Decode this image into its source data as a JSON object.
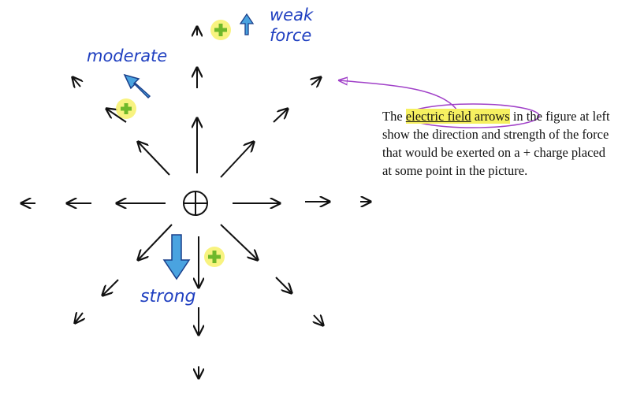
{
  "labels": {
    "moderate": "moderate",
    "weak_line1": "weak",
    "weak_line2": "force",
    "strong": "strong"
  },
  "caption": {
    "prefix": "The ",
    "highlight_underlined": "electric field",
    "highlight_rest": " arrows",
    "rest": " in the figure at left show the direction and strength of the force that would be exerted on a + charge placed at some point in the picture."
  },
  "colors": {
    "ink": "#111111",
    "label_blue": "#1f3fc0",
    "force_arrow": "#4aa3e0",
    "plus_green": "#6fb82a",
    "highlight": "#f6f060",
    "pointer_purple": "#a040c8"
  }
}
